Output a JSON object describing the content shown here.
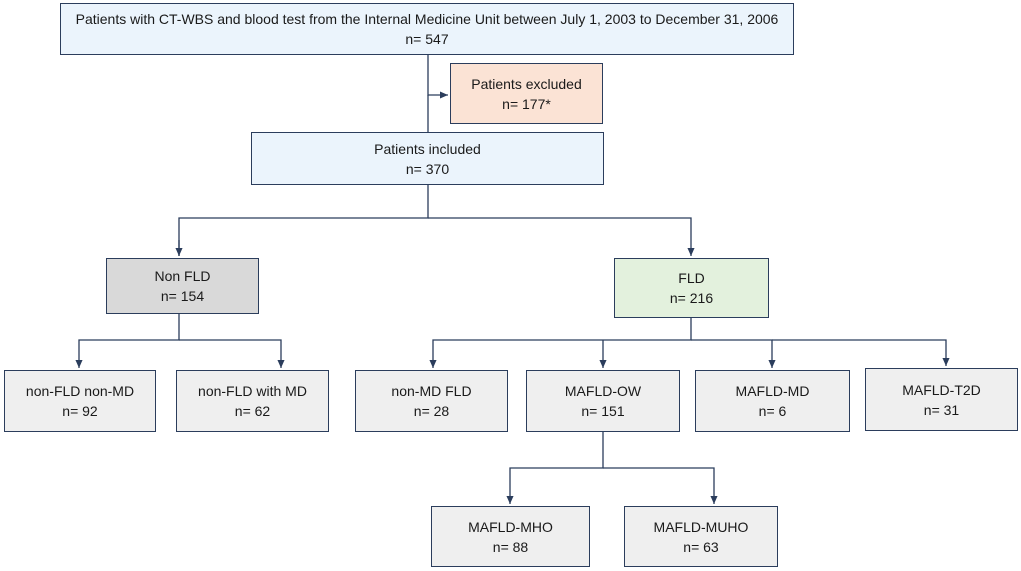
{
  "diagram": {
    "nodes": {
      "screened": {
        "title": "Patients with CT-WBS and blood test from the Internal Medicine Unit between July 1, 2003 to December 31, 2006",
        "count": "n= 547"
      },
      "excluded": {
        "title": "Patients excluded",
        "count": "n= 177*"
      },
      "included": {
        "title": "Patients included",
        "count": "n= 370"
      },
      "non_fld": {
        "title": "Non FLD",
        "count": "n= 154"
      },
      "fld": {
        "title": "FLD",
        "count": "n= 216"
      },
      "non_fld_non_md": {
        "title": "non-FLD non-MD",
        "count": "n= 92"
      },
      "non_fld_with_md": {
        "title": "non-FLD with MD",
        "count": "n= 62"
      },
      "non_md_fld": {
        "title": "non-MD FLD",
        "count": "n= 28"
      },
      "mafld_ow": {
        "title": "MAFLD-OW",
        "count": "n= 151"
      },
      "mafld_md": {
        "title": "MAFLD-MD",
        "count": "n= 6"
      },
      "mafld_t2d": {
        "title": "MAFLD-T2D",
        "count": "n= 31"
      },
      "mafld_mho": {
        "title": "MAFLD-MHO",
        "count": "n= 88"
      },
      "mafld_muho": {
        "title": "MAFLD-MUHO",
        "count": "n= 63"
      }
    },
    "edges": [
      [
        "screened",
        "excluded"
      ],
      [
        "screened",
        "included"
      ],
      [
        "included",
        "non_fld"
      ],
      [
        "included",
        "fld"
      ],
      [
        "non_fld",
        "non_fld_non_md"
      ],
      [
        "non_fld",
        "non_fld_with_md"
      ],
      [
        "fld",
        "non_md_fld"
      ],
      [
        "fld",
        "mafld_ow"
      ],
      [
        "fld",
        "mafld_md"
      ],
      [
        "fld",
        "mafld_t2d"
      ],
      [
        "mafld_ow",
        "mafld_mho"
      ],
      [
        "mafld_ow",
        "mafld_muho"
      ]
    ],
    "colors": {
      "line": "#2b3d5c",
      "blue": "#ebf4fc",
      "orange": "#fbe3d5",
      "grey": "#d9d9d9",
      "green": "#e3f1dd",
      "light": "#efefef"
    }
  }
}
